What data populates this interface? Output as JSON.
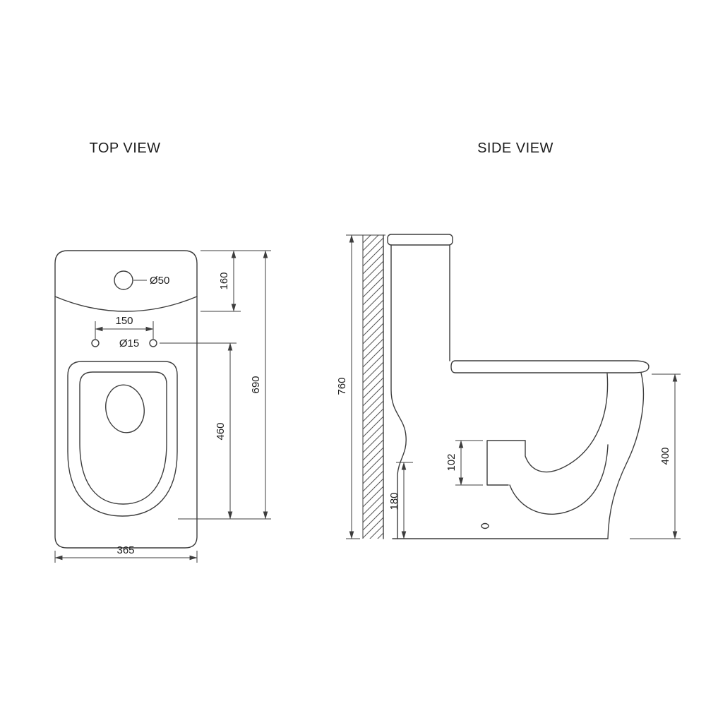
{
  "colors": {
    "line": "#3d3d3d",
    "text": "#1c1c1c",
    "background": "#ffffff"
  },
  "titles": {
    "top_view": "TOP VIEW",
    "side_view": "SIDE VIEW"
  },
  "top_view": {
    "dimensions": {
      "flush_button_diameter": "Ø50",
      "tank_depth": "160",
      "hinge_hole_spacing": "150",
      "hinge_hole_diameter": "Ø15",
      "overall_depth": "690",
      "hinge_to_front": "460",
      "overall_width": "365"
    }
  },
  "side_view": {
    "dimensions": {
      "overall_height": "760",
      "trap_height": "102",
      "inlet_height": "180",
      "rim_height": "400"
    }
  }
}
